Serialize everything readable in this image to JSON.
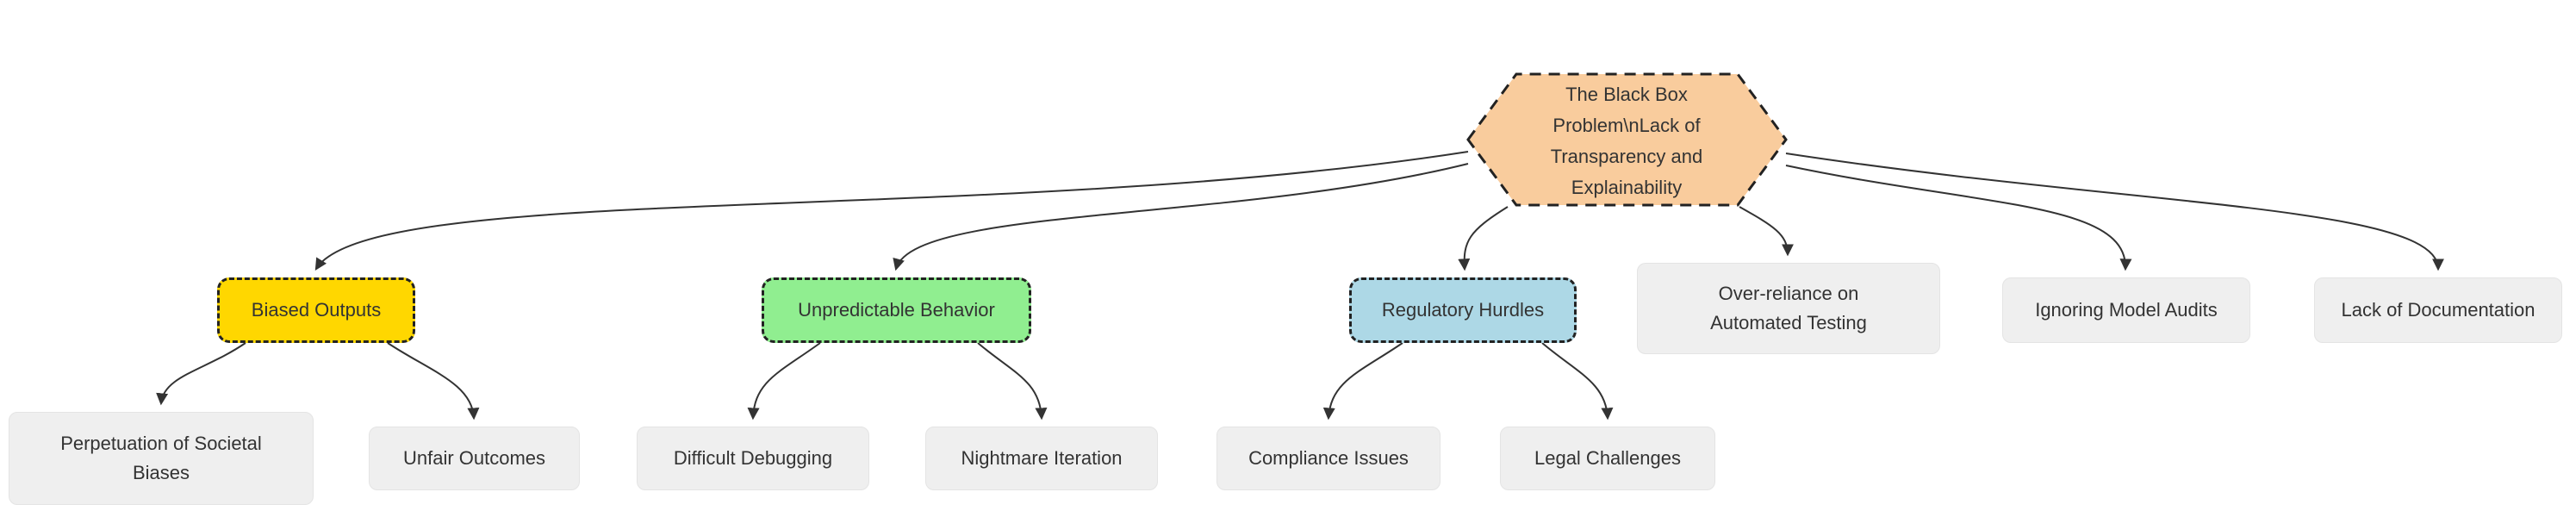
{
  "diagram": {
    "type": "flowchart",
    "direction": "top-down",
    "colors": {
      "background": "#FFFFFF",
      "root_fill": "#F9CC9D",
      "biased_fill": "#FFD700",
      "unpredictable_fill": "#90EE90",
      "regulatory_fill": "#ADD8E6",
      "default_fill": "#EFEFEF",
      "node_border": "#222222",
      "edge": "#333333",
      "text": "#333333"
    },
    "nodes": {
      "root": {
        "shape": "hexagon",
        "label": "The Black Box Problem\\nLack of Transparency and Explainability",
        "lines": [
          "The Black Box",
          "Problem\\nLack of",
          "Transparency and",
          "Explainability"
        ]
      },
      "biased_outputs": {
        "shape": "rounded",
        "label": "Biased Outputs"
      },
      "unpredictable_behavior": {
        "shape": "rounded",
        "label": "Unpredictable Behavior"
      },
      "regulatory_hurdles": {
        "shape": "rounded",
        "label": "Regulatory Hurdles"
      },
      "overreliance_testing": {
        "shape": "rounded",
        "label": "Over-reliance on Automated Testing",
        "lines": [
          "Over-reliance on",
          "Automated Testing"
        ]
      },
      "ignoring_audits": {
        "shape": "rounded",
        "label": "Ignoring Model Audits"
      },
      "lack_documentation": {
        "shape": "rounded",
        "label": "Lack of Documentation"
      },
      "perpetuation_biases": {
        "shape": "rounded",
        "label": "Perpetuation of Societal Biases",
        "lines": [
          "Perpetuation of Societal",
          "Biases"
        ]
      },
      "unfair_outcomes": {
        "shape": "rounded",
        "label": "Unfair Outcomes"
      },
      "difficult_debugging": {
        "shape": "rounded",
        "label": "Difficult Debugging"
      },
      "nightmare_iteration": {
        "shape": "rounded",
        "label": "Nightmare Iteration"
      },
      "compliance_issues": {
        "shape": "rounded",
        "label": "Compliance Issues"
      },
      "legal_challenges": {
        "shape": "rounded",
        "label": "Legal Challenges"
      }
    },
    "edges": [
      {
        "from": "root",
        "to": "biased_outputs"
      },
      {
        "from": "root",
        "to": "unpredictable_behavior"
      },
      {
        "from": "root",
        "to": "regulatory_hurdles"
      },
      {
        "from": "root",
        "to": "overreliance_testing"
      },
      {
        "from": "root",
        "to": "ignoring_audits"
      },
      {
        "from": "root",
        "to": "lack_documentation"
      },
      {
        "from": "biased_outputs",
        "to": "perpetuation_biases"
      },
      {
        "from": "biased_outputs",
        "to": "unfair_outcomes"
      },
      {
        "from": "unpredictable_behavior",
        "to": "difficult_debugging"
      },
      {
        "from": "unpredictable_behavior",
        "to": "nightmare_iteration"
      },
      {
        "from": "regulatory_hurdles",
        "to": "compliance_issues"
      },
      {
        "from": "regulatory_hurdles",
        "to": "legal_challenges"
      }
    ]
  }
}
